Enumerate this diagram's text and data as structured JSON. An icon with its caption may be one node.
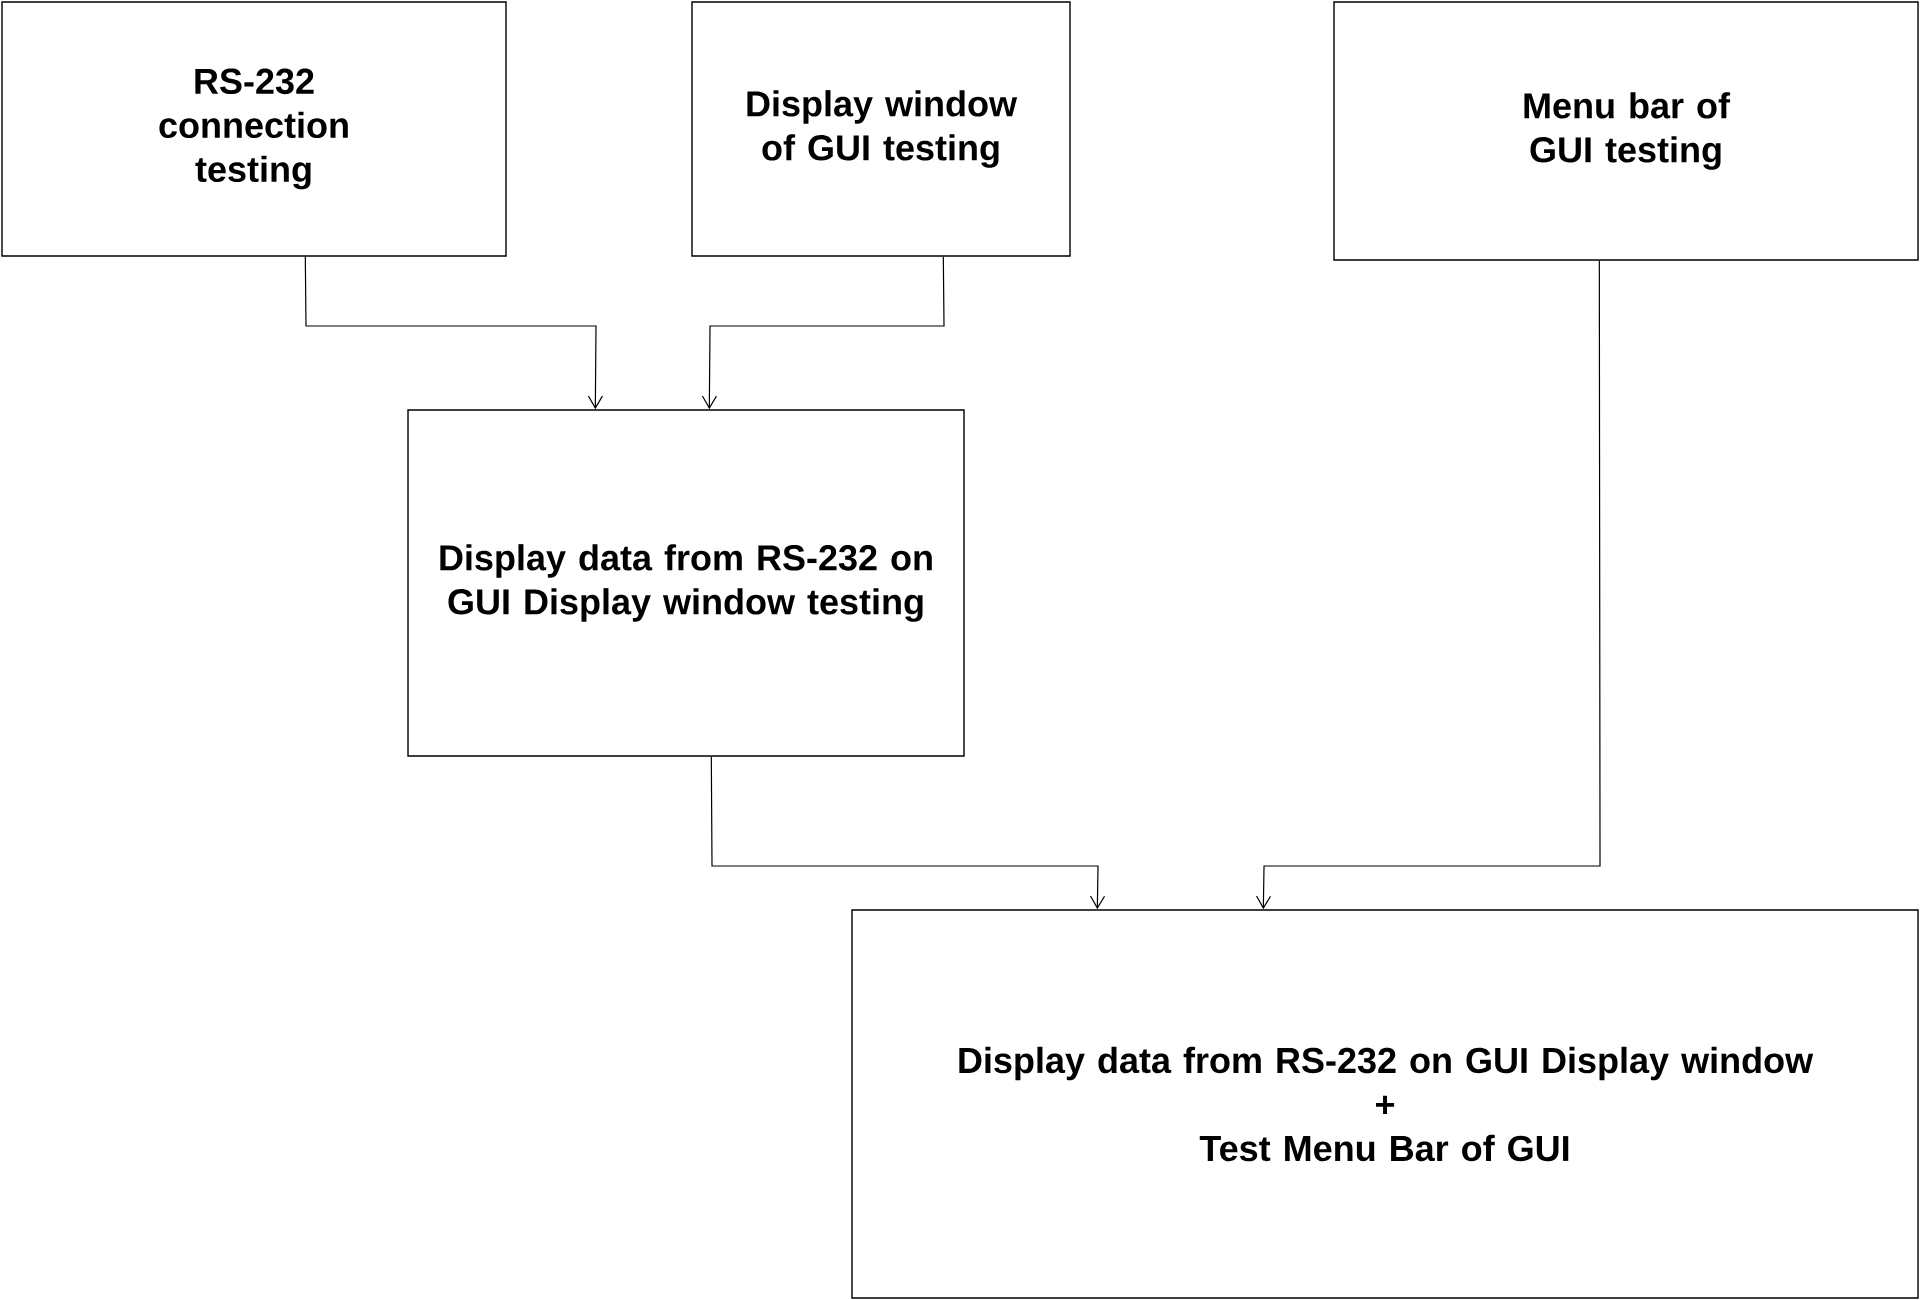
{
  "diagram": {
    "nodes": [
      {
        "text": [
          "RS-232 connection testing"
        ]
      },
      {
        "text": [
          "Display window of GUI testing"
        ]
      },
      {
        "text": [
          "Menu bar of GUI testing"
        ]
      },
      {
        "text": [
          "Display data from RS-232 on GUI Display window testing"
        ]
      },
      {
        "text": [
          "Display data from RS-232 on GUI Display window",
          "+",
          "Test Menu Bar of GUI"
        ]
      }
    ],
    "edges": [
      {
        "from": 0,
        "to": 3,
        "arrow": "to"
      },
      {
        "from": 1,
        "to": 3,
        "arrow": "to"
      },
      {
        "from": 3,
        "to": 4,
        "arrow": "to"
      },
      {
        "from": 2,
        "to": 4,
        "arrow": "to"
      }
    ]
  }
}
